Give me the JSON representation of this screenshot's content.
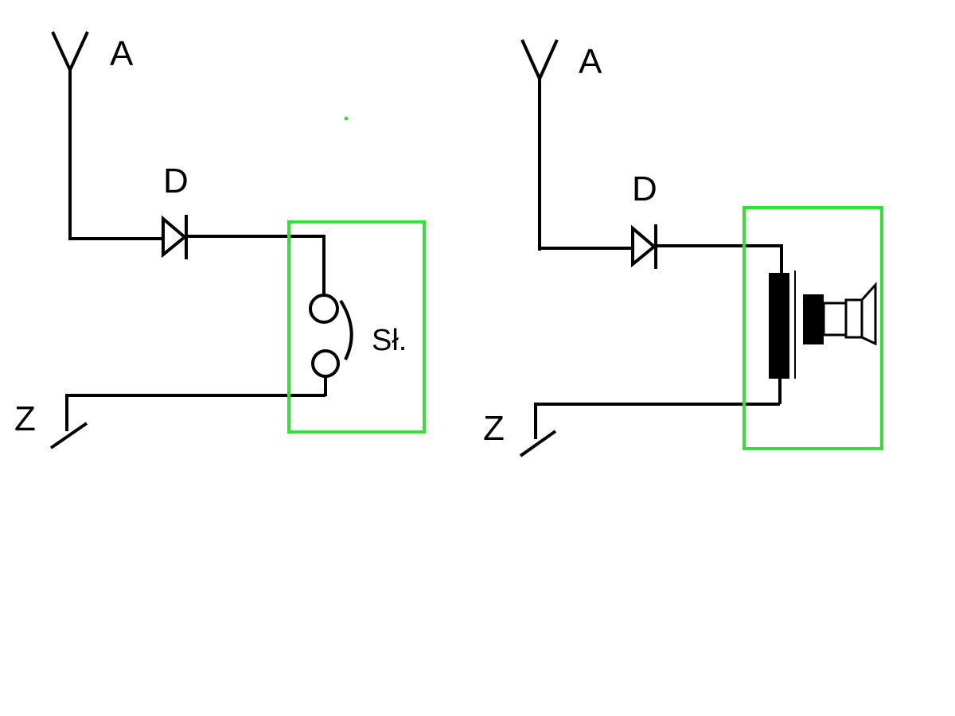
{
  "colors": {
    "wire": "#000000",
    "highlight": "#33e033",
    "background": "#ffffff"
  },
  "left_circuit": {
    "antenna_label": "A",
    "diode_label": "D",
    "ground_label": "Z",
    "headphones_label": "Sł."
  },
  "right_circuit": {
    "antenna_label": "A",
    "diode_label": "D",
    "ground_label": "Z"
  },
  "icons": [
    "antenna-icon",
    "diode-icon",
    "ground-icon",
    "headphones-icon",
    "transformer-icon",
    "speaker-icon"
  ]
}
